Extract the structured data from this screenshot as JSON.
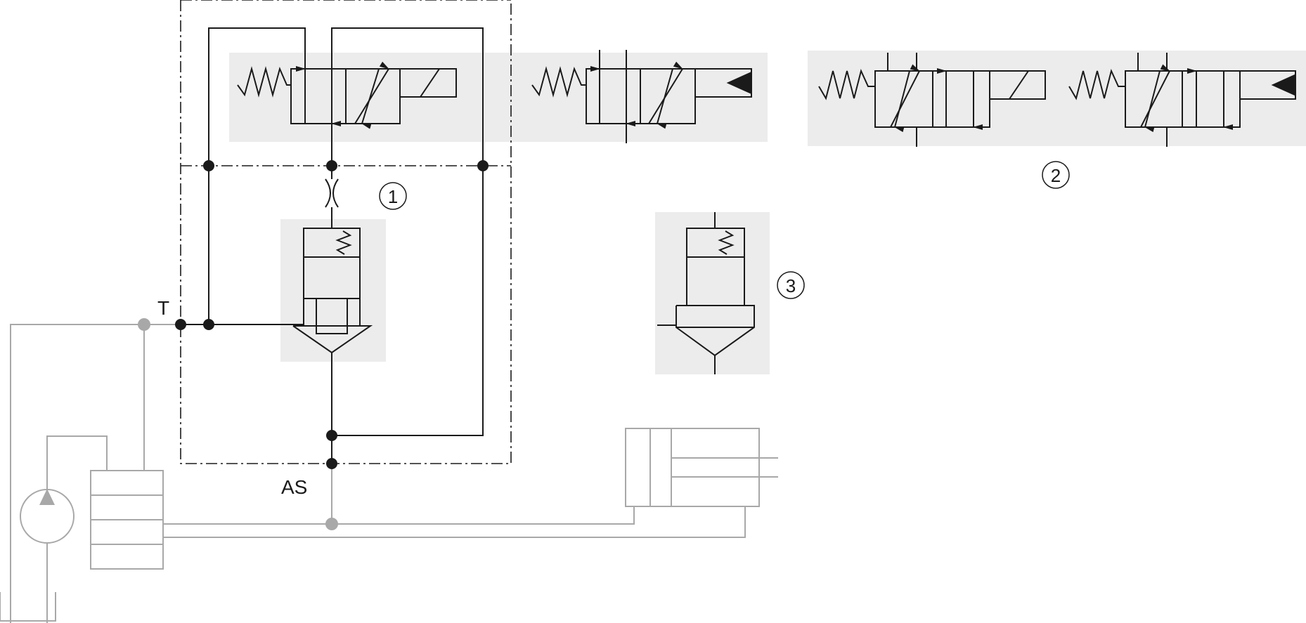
{
  "labels": {
    "tank_port": "T",
    "actuator_port": "AS"
  },
  "callouts": [
    {
      "number": "1"
    },
    {
      "number": "2"
    },
    {
      "number": "3"
    }
  ],
  "colors": {
    "line": "#1a1a1a",
    "external_line": "#a8a8a8",
    "panel": "#ececec",
    "background": "#ffffff"
  }
}
